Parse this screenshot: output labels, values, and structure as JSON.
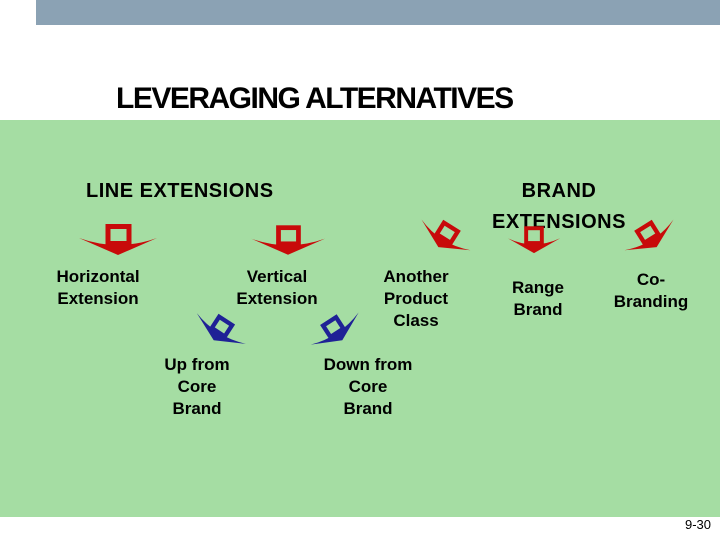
{
  "header": {
    "title": "LEVERAGING ALTERNATIVES"
  },
  "diagram": {
    "line_extensions": {
      "heading": "LINE EXTENSIONS",
      "horizontal": {
        "label": "Horizontal\nExtension"
      },
      "vertical": {
        "label": "Vertical\nExtension",
        "up": {
          "label": "Up from\nCore\nBrand"
        },
        "down": {
          "label": "Down from\nCore\nBrand"
        }
      }
    },
    "brand_extensions": {
      "heading": "BRAND\nEXTENSIONS",
      "another_product_class": {
        "label": "Another\nProduct\nClass"
      },
      "range_brand": {
        "label": "Range\nBrand"
      },
      "co_branding": {
        "label": "Co-\nBranding"
      }
    }
  },
  "footer": {
    "page_number": "9-30"
  },
  "icons": {
    "red_down_arrow": "curved-down-arrow",
    "red_down_left_arrow": "curved-down-arrow-rotated-left",
    "red_down_right_arrow": "curved-down-arrow-rotated-right",
    "blue_down_left_arrow": "curved-down-arrow-rotated-left",
    "blue_down_right_arrow": "curved-down-arrow-rotated-right"
  },
  "colors": {
    "top_bar": "#8BA2B4",
    "panel_background": "#A5DDA3",
    "arrow_red": "#C80A0A",
    "arrow_blue": "#1F2196",
    "text": "#000000",
    "page_background": "#FFFFFF"
  }
}
